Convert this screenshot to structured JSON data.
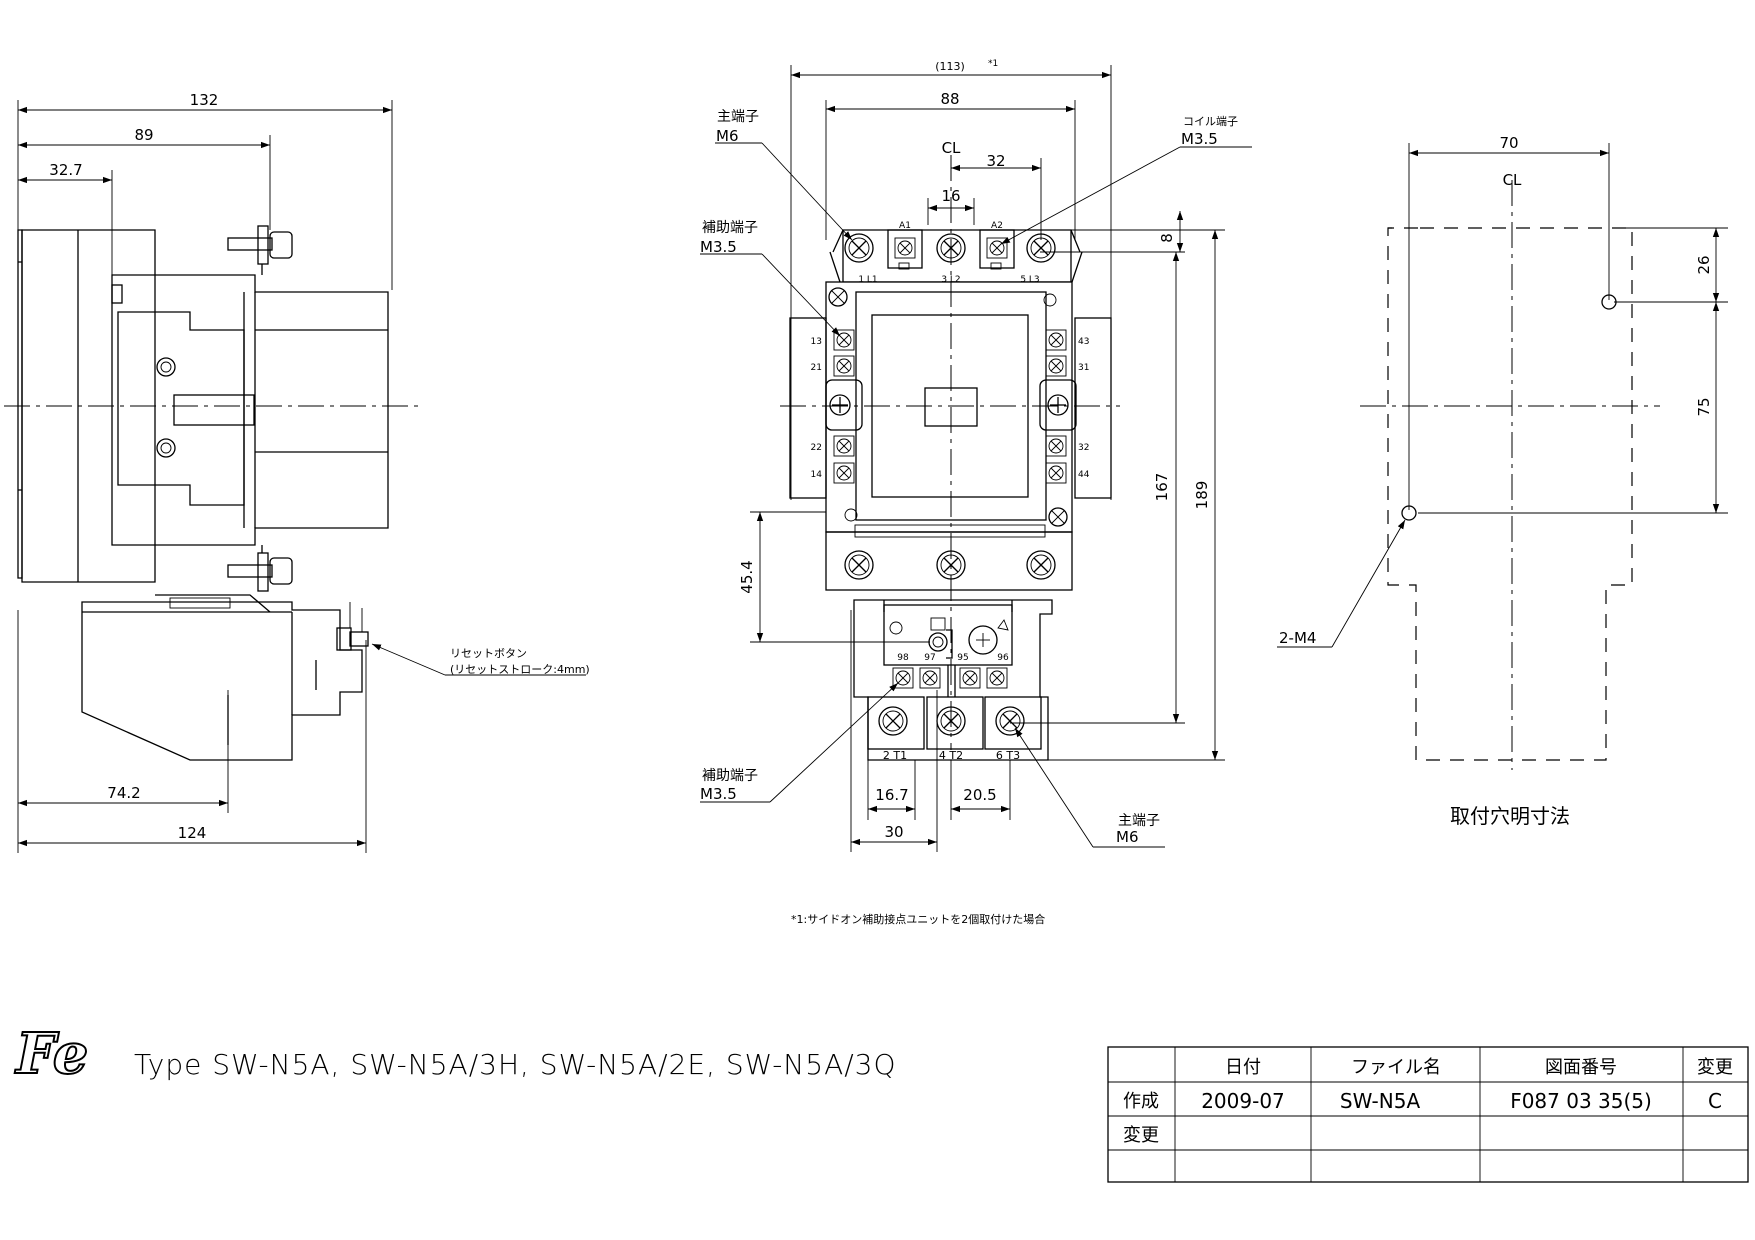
{
  "side_view": {
    "dims": {
      "d132": "132",
      "d89": "89",
      "d32_7": "32.7",
      "d74_2": "74.2",
      "d124": "124"
    },
    "reset_button_label": "リセットボタン",
    "reset_stroke_label": "(リセットストローク:4mm)"
  },
  "front_view": {
    "dims": {
      "d113": "(113)",
      "d113_note": "*1",
      "d88": "88",
      "d32": "32",
      "d16": "16",
      "d8": "8",
      "d167": "167",
      "d189": "189",
      "d45_4": "45.4",
      "d16_7": "16.7",
      "d20_5": "20.5",
      "d30": "30"
    },
    "centerline": "CL",
    "labels": {
      "main_terminal_top": "主端子",
      "main_terminal_top_size": "M6",
      "coil_terminal": "コイル端子",
      "coil_terminal_size": "M3.5",
      "aux_terminal_top": "補助端子",
      "aux_terminal_top_size": "M3.5",
      "aux_terminal_bottom": "補助端子",
      "aux_terminal_bottom_size": "M3.5",
      "main_terminal_bottom": "主端子",
      "main_terminal_bottom_size": "M6"
    },
    "terminals": {
      "top": [
        "1 L1",
        "3 L2",
        "5 L3"
      ],
      "coil": [
        "A1",
        "A2"
      ],
      "aux_left": [
        "13",
        "21",
        "22",
        "14"
      ],
      "aux_right": [
        "43",
        "31",
        "32",
        "44"
      ],
      "ol": [
        "98",
        "97",
        "95",
        "96"
      ],
      "bottom": [
        "2 T1",
        "4 T2",
        "6 T3"
      ]
    }
  },
  "mounting_view": {
    "dims": {
      "d70": "70",
      "d26": "26",
      "d75": "75"
    },
    "centerline": "CL",
    "hole_label": "2-M4",
    "caption": "取付穴明寸法"
  },
  "footnote": "*1:サイドオン補助接点ユニットを2個取付けた場合",
  "brand": {
    "logo": "Fe"
  },
  "title": "Type SW-N5A, SW-N5A/3H, SW-N5A/2E, SW-N5A/3Q",
  "title_block": {
    "headers": [
      "",
      "日付",
      "ファイル名",
      "図面番号",
      "変更"
    ],
    "rows": [
      [
        "作成",
        "2009-07",
        "SW-N5A",
        "F087 03 35(5)",
        "C"
      ],
      [
        "変更",
        "",
        "",
        "",
        ""
      ],
      [
        "",
        "",
        "",
        "",
        ""
      ]
    ]
  }
}
